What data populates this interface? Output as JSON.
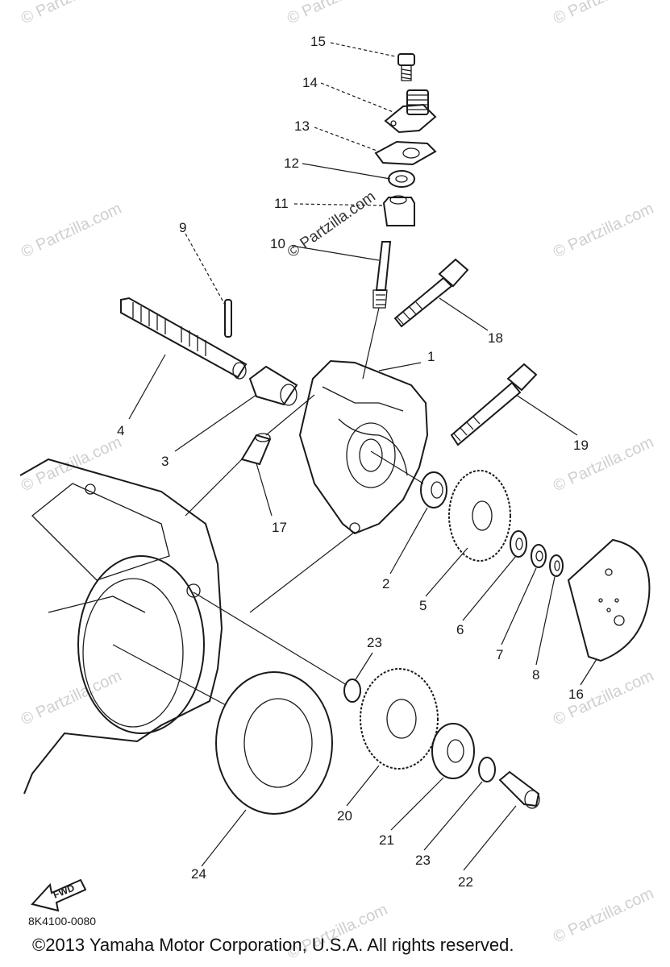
{
  "diagram": {
    "callouts": [
      "1",
      "2",
      "3",
      "4",
      "5",
      "6",
      "7",
      "8",
      "9",
      "10",
      "11",
      "12",
      "13",
      "14",
      "15",
      "16",
      "17",
      "18",
      "19",
      "20",
      "21",
      "22",
      "23",
      "23",
      "24"
    ],
    "drawing_code": "8K4100-0080",
    "arrow_label": "FWD",
    "watermark": "© Partzilla.com"
  },
  "footer": {
    "copyright": "©2013  Yamaha Motor Corporation, U.S.A. All rights reserved."
  }
}
